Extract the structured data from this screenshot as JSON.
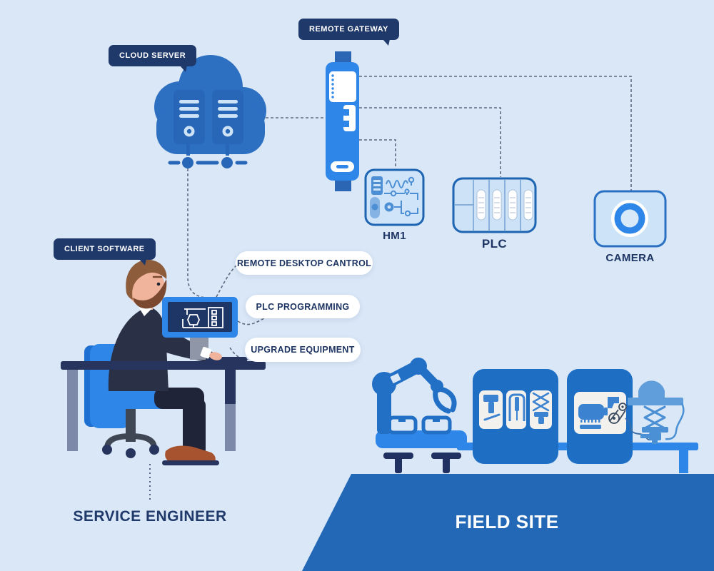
{
  "tags": {
    "cloud_server": "CLOUD SERVER",
    "remote_gateway": "REMOTE GATEWAY",
    "client_software": "CLIENT SOFTWARE"
  },
  "capabilities": [
    {
      "label": "REMOTE DESKTOP CANTROL"
    },
    {
      "label": "PLC PROGRAMMING"
    },
    {
      "label": "UPGRADE EQUIPMENT"
    }
  ],
  "devices": {
    "hmi_label": "HM1",
    "plc_label": "PLC",
    "camera_label": "CAMERA"
  },
  "captions": {
    "service_engineer": "SERVICE ENGINEER",
    "field_site": "FIELD SITE"
  },
  "colors": {
    "background": "#d9e7f7",
    "tag_navy": "#20396b",
    "azure": "#2e86e9",
    "cloud_blue": "#2d6fc1",
    "server_blue": "#2867b8",
    "device_fill": "#cfe4f8",
    "device_border": "#1d65b2",
    "cabinet_blue": "#1e6fc4",
    "platform_blue": "#2268b6",
    "connector_gray": "#5c6880"
  }
}
